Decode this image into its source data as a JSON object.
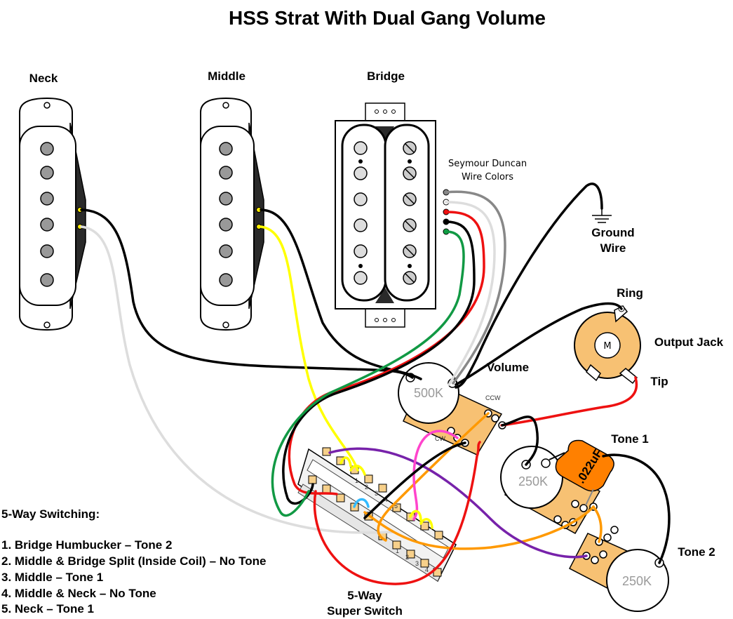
{
  "title": "HSS Strat With Dual Gang Volume",
  "pickups": {
    "neck": "Neck",
    "middle": "Middle",
    "bridge": "Bridge"
  },
  "wire_colors_note": [
    "Seymour Duncan",
    "Wire Colors"
  ],
  "ground": [
    "Ground",
    "Wire"
  ],
  "jack": {
    "ring": "Ring",
    "name": "Output Jack",
    "tip": "Tip",
    "mono_mark": "M"
  },
  "pots": {
    "volume_label": "Volume",
    "volume_value": "500K",
    "tone1_label": "Tone 1",
    "tone1_value": "250K",
    "tone2_label": "Tone 2",
    "tone2_value": "250K"
  },
  "capacitor": ".022uF",
  "switch_label": [
    "5-Way",
    "Super Switch"
  ],
  "switching": {
    "heading": "5-Way Switching:",
    "positions": [
      "1. Bridge Humbucker – Tone 2",
      "2. Middle & Bridge Split (Inside Coil) – No Tone",
      "3. Middle – Tone 1",
      "4. Middle & Neck – No Tone",
      "5. Neck – Tone 1"
    ]
  },
  "lug_numbers": [
    "1",
    "2",
    "3",
    "4",
    "5"
  ],
  "colors": {
    "black": "#000000",
    "white": "#dddddd",
    "yellow": "#ffff00",
    "red": "#ee1111",
    "green": "#119944",
    "gray": "#888888",
    "orange": "#ff9900",
    "purple": "#7722aa",
    "pink": "#ff44cc",
    "blue": "#33bbff",
    "pot_body": "#f7c173",
    "cap_body": "#ff8000",
    "pickup_black": "#2a2a2a"
  }
}
